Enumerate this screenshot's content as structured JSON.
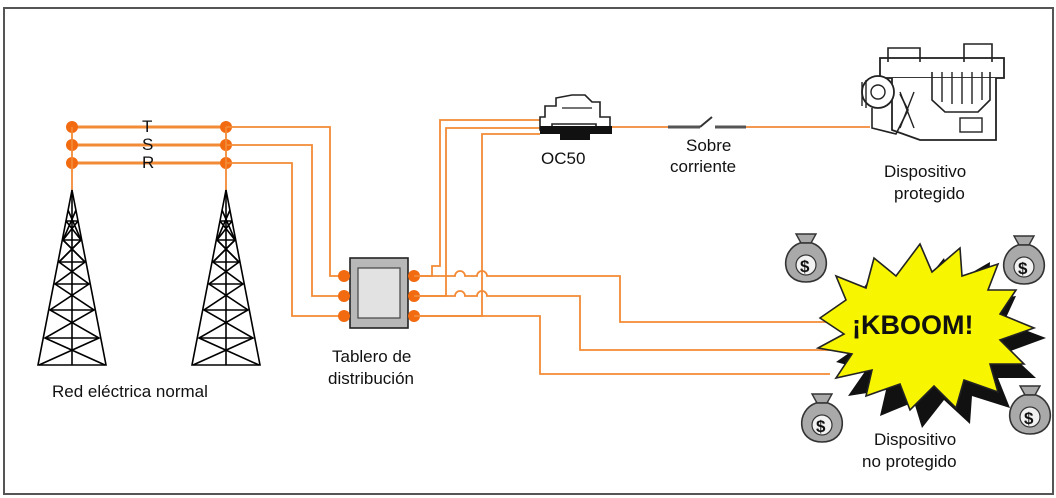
{
  "phases": [
    "T",
    "S",
    "R"
  ],
  "labels": {
    "grid": "Red eléctrica normal",
    "panel_line1": "Tablero de",
    "panel_line2": "distribución",
    "oc": "OC50",
    "switch_line1": "Sobre",
    "switch_line2": "corriente",
    "protected_line1": "Dispositivo",
    "protected_line2": "protegido",
    "explosion": "¡KBOOM!",
    "unprotected_line1": "Dispositivo",
    "unprotected_line2": "no protegido"
  },
  "money_symbol": "$",
  "icons": [
    "power-tower-icon",
    "distribution-panel-icon",
    "breaker-icon",
    "switch-icon",
    "motor-icon",
    "explosion-icon",
    "money-bag-icon"
  ],
  "colors": {
    "wire": "#f28a36",
    "node": "#f26b10",
    "explosion": "#f7f500",
    "bag": "#a9a9a9",
    "panel": "#b8b8b8"
  }
}
